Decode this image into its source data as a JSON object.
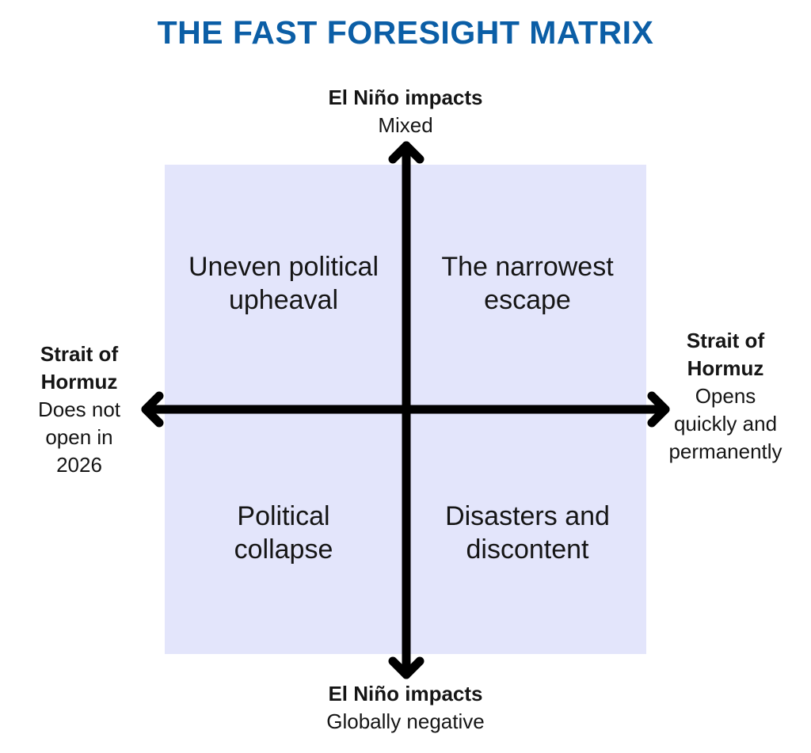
{
  "title": "THE FAST FORESIGHT MATRIX",
  "colors": {
    "title": "#0b5ea6",
    "matrix_background": "#e3e5fb",
    "arrows": "#000000"
  },
  "axes": {
    "vertical": {
      "top": {
        "heading": "El Niño impacts",
        "value": "Mixed"
      },
      "bottom": {
        "heading": "El Niño impacts",
        "value": "Globally negative"
      }
    },
    "horizontal": {
      "left": {
        "heading_line1": "Strait of",
        "heading_line2": "Hormuz",
        "value_line1": "Does not",
        "value_line2": "open in",
        "value_line3": "2026"
      },
      "right": {
        "heading_line1": "Strait of",
        "heading_line2": "Hormuz",
        "value_line1": "Opens",
        "value_line2": "quickly and",
        "value_line3": "permanently"
      }
    }
  },
  "quadrants": {
    "top_left": {
      "line1": "Uneven political",
      "line2": "upheaval"
    },
    "top_right": {
      "line1": "The narrowest",
      "line2": "escape"
    },
    "bottom_left": {
      "line1": "Political",
      "line2": "collapse"
    },
    "bottom_right": {
      "line1": "Disasters and",
      "line2": "discontent"
    }
  }
}
